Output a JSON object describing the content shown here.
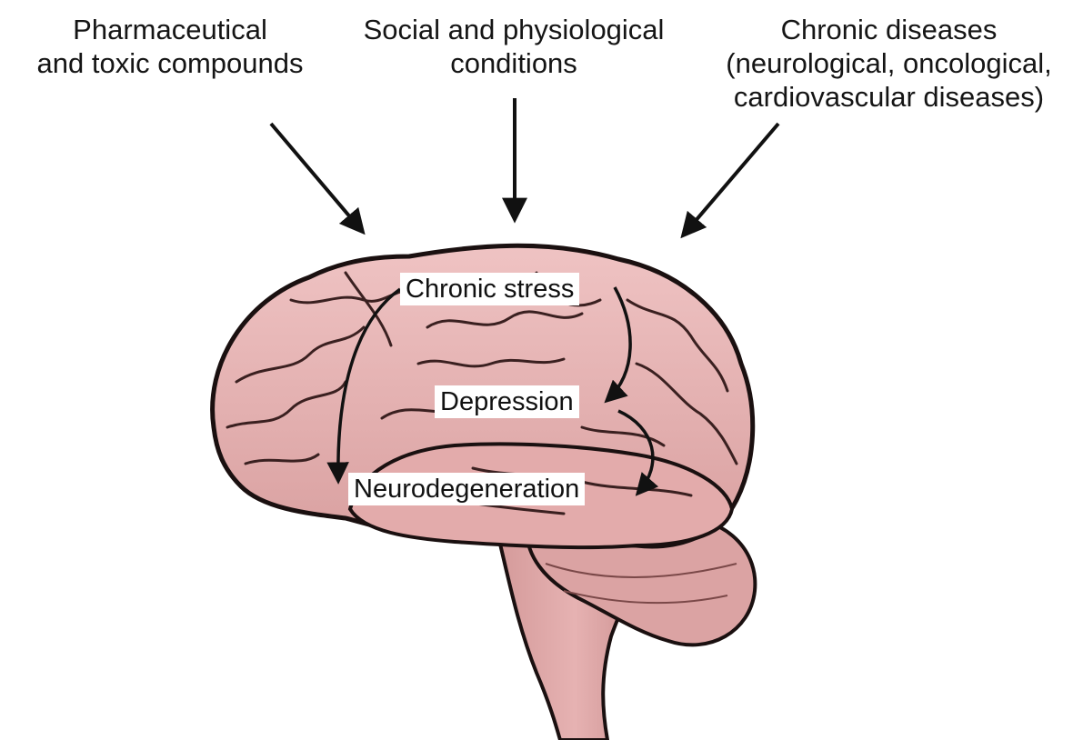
{
  "influences": {
    "pharmaceutical": "Pharmaceutical\nand toxic compounds",
    "social": "Social and physiological\nconditions",
    "chronic_diseases": "Chronic diseases\n(neurological, oncological,\ncardiovascular diseases)"
  },
  "brain_states": {
    "chronic_stress": "Chronic stress",
    "depression": "Depression",
    "neurodegeneration": "Neurodegeneration"
  },
  "colors": {
    "brain_fill": "#e8b4b4",
    "brain_shadow": "#c98e8e",
    "outline": "#1a1010",
    "arrow": "#111111"
  }
}
